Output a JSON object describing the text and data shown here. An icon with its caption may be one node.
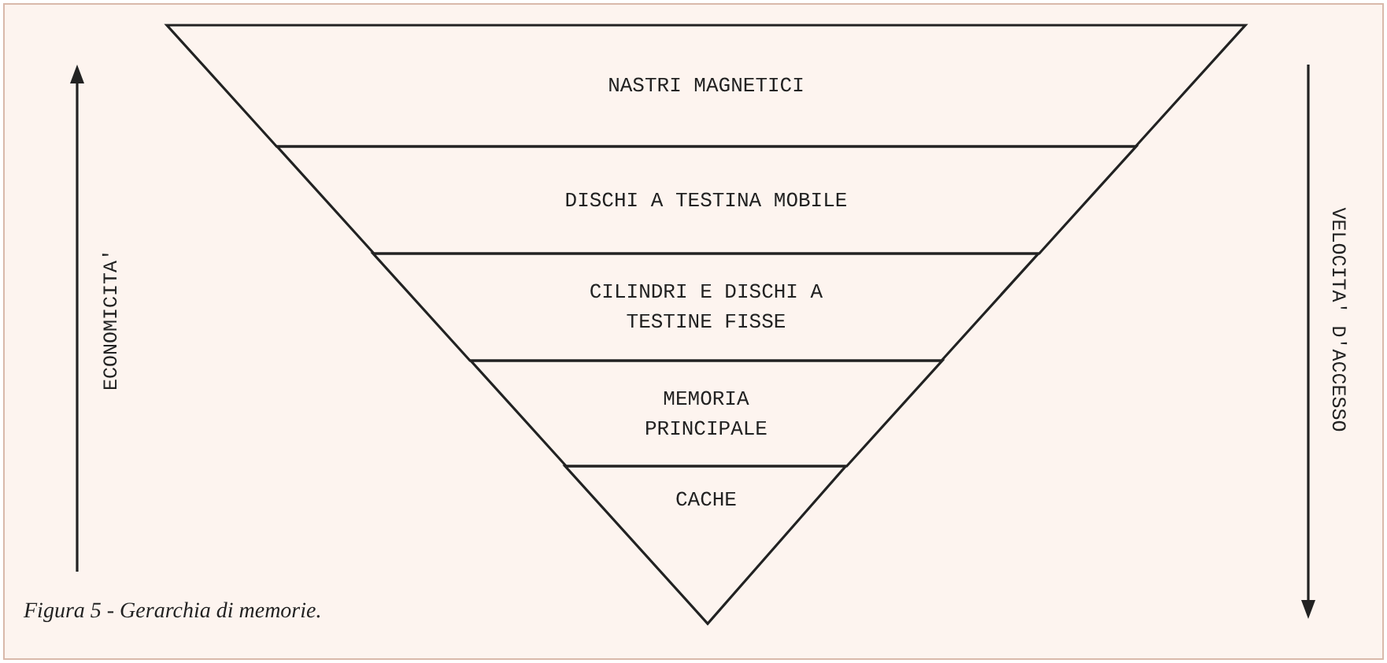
{
  "diagram": {
    "caption": "Figura 5 - Gerarchia di memorie.",
    "nodes": [
      {
        "text": [
          "NASTRI MAGNETICI"
        ]
      },
      {
        "text": [
          "DISCHI A TESTINA MOBILE"
        ]
      },
      {
        "text": [
          "CILINDRI E DISCHI A TESTINE FISSE"
        ]
      },
      {
        "text": [
          "MEMORIA PRINCIPALE"
        ]
      },
      {
        "text": [
          "CACHE"
        ]
      }
    ],
    "labels": [
      "ECONOMICITA'",
      "VELOCITA' D'ACCESSO"
    ]
  }
}
